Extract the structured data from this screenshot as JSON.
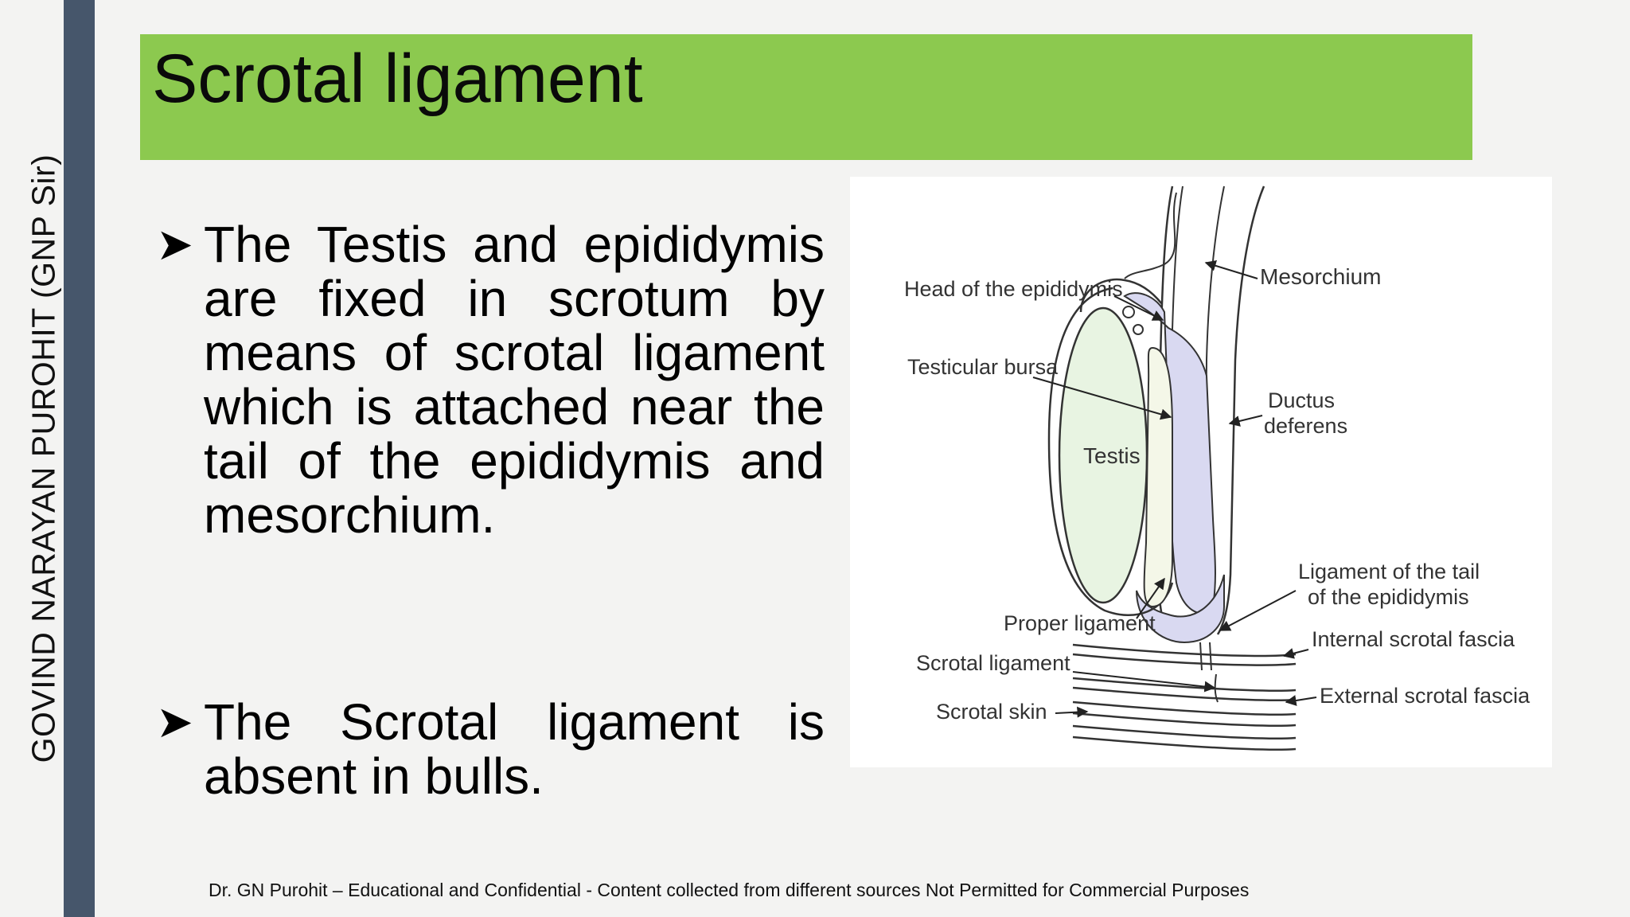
{
  "sidebar": {
    "author_vertical": "GOVIND NARAYAN PUROHIT (GNP Sir)"
  },
  "slide": {
    "title": "Scrotal ligament",
    "bullets": [
      {
        "icon": "arrow-bullet-icon",
        "text": "The Testis and epididymis are fixed in scrotum by means of scrotal ligament which is attached near the tail of the epididymis and mesorchium."
      },
      {
        "icon": "arrow-bullet-icon",
        "text": "The Scrotal ligament is absent in bulls."
      }
    ]
  },
  "figure": {
    "labels": {
      "mesorchium": "Mesorchium",
      "head_epididymis": "Head of the epididymis",
      "testicular_bursa": "Testicular bursa",
      "ductus_line1": "Ductus",
      "ductus_line2": "deferens",
      "testis": "Testis",
      "lig_tail_line1": "Ligament of the tail",
      "lig_tail_line2": "of the epididymis",
      "proper_ligament": "Proper ligament",
      "internal_fascia": "Internal scrotal fascia",
      "scrotal_ligament": "Scrotal ligament",
      "external_fascia": "External scrotal fascia",
      "scrotal_skin": "Scrotal skin"
    }
  },
  "footer": {
    "text": "Dr. GN Purohit – Educational and Confidential - Content  collected from different sources Not Permitted for Commercial Purposes"
  },
  "colors": {
    "title_band": "#8cc94f",
    "side_bar": "#46566b",
    "background": "#f3f3f2",
    "testis_fill": "#e8f4e2",
    "epididymis_fill": "#d9d9f1"
  }
}
